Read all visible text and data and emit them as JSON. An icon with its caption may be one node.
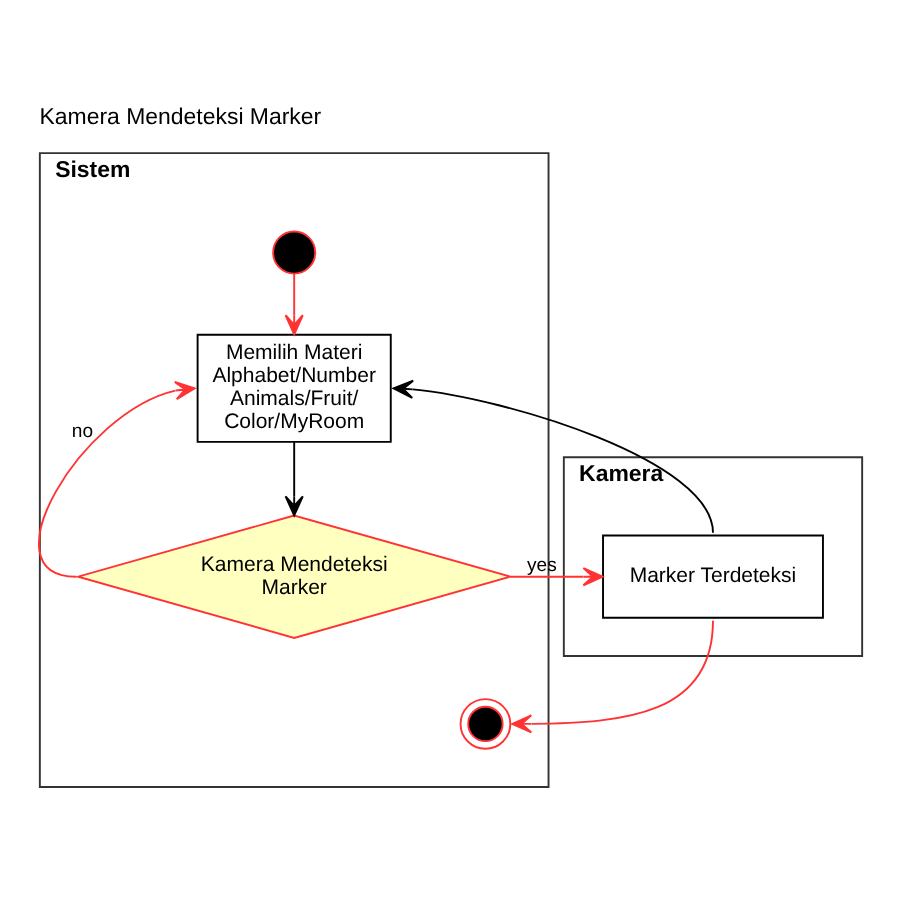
{
  "diagram": {
    "title": "Kamera Mendeteksi Marker",
    "nodes": [
      {
        "text": [
          "Sistem"
        ]
      },
      {
        "text": [
          "Kamera"
        ]
      },
      {
        "text": [],
        "shape": "circle",
        "in": 0
      },
      {
        "text": [
          "Memilih Materi Alphabet/Number Animals/Fruit/ Color/MyRoom"
        ],
        "in": 0
      },
      {
        "text": [
          "Kamera Mendeteksi Marker"
        ],
        "in": 0
      },
      {
        "text": [
          "Marker Terdeteksi"
        ],
        "in": 1
      },
      {
        "text": [],
        "shape": "circle",
        "in": 0
      }
    ],
    "edges": [
      {
        "from": 2,
        "to": 3,
        "arrow": "to"
      },
      {
        "from": 3,
        "to": 4,
        "arrow": "to",
        "color": "#000000"
      },
      {
        "from": 4,
        "to": 3,
        "arrow": "to",
        "label": "no"
      },
      {
        "from": 4,
        "to": 5,
        "arrow": "to",
        "label": "yes"
      },
      {
        "from": 5,
        "to": 3,
        "arrow": "to",
        "color": "#000000"
      },
      {
        "from": 5,
        "to": 6,
        "arrow": "to"
      }
    ]
  }
}
